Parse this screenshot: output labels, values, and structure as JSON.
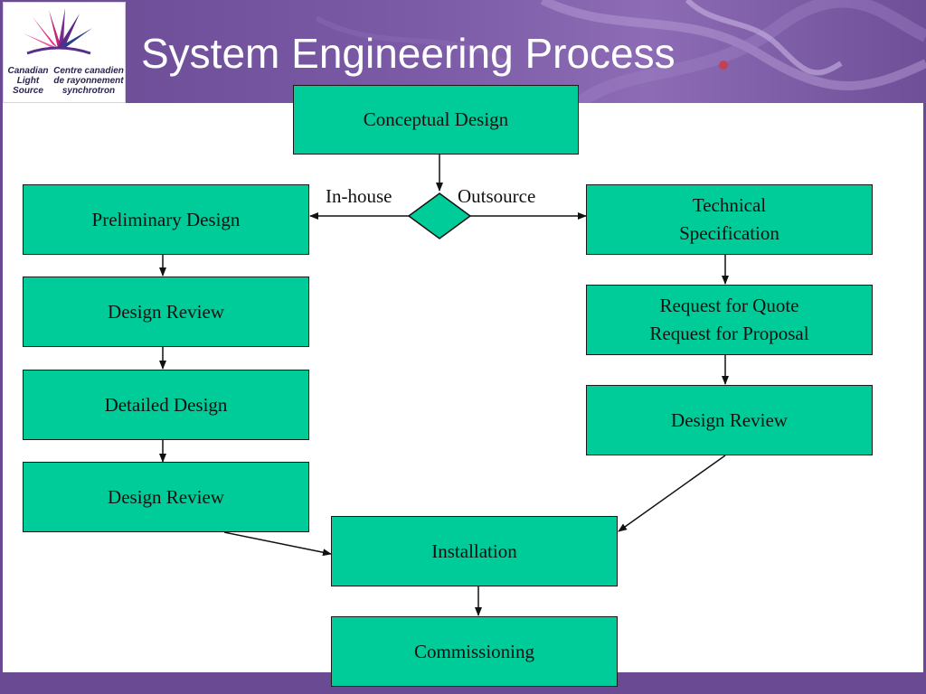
{
  "page": {
    "title": "System Engineering Process"
  },
  "logo": {
    "name_en": "Canadian\nLight\nSource",
    "name_fr": "Centre canadien\nde rayonnement\nsynchrotron"
  },
  "diagram": {
    "decision_labels": {
      "left": "In-house",
      "right": "Outsource"
    },
    "nodes": {
      "conceptual_design": "Conceptual Design",
      "preliminary_design": "Preliminary Design",
      "design_review_1": "Design Review",
      "detailed_design": "Detailed Design",
      "design_review_2": "Design Review",
      "technical_specification": "Technical\nSpecification",
      "request_for_quote": "Request for Quote\nRequest for Proposal",
      "design_review_3": "Design Review",
      "installation": "Installation",
      "commissioning": "Commissioning"
    }
  },
  "colors": {
    "node_fill": "#00cc99",
    "header_purple": "#6a4a93",
    "line": "#111111"
  }
}
